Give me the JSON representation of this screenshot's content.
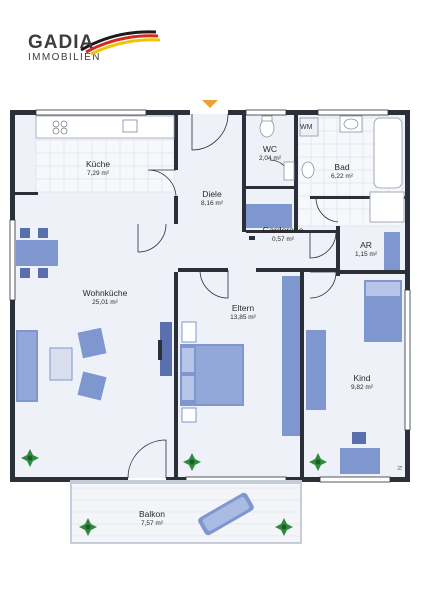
{
  "brand": {
    "name": "GADIA",
    "subtitle": "IMMOBILIEN",
    "flag_colors": [
      "#1a1a1a",
      "#d42b1e",
      "#f2c400"
    ]
  },
  "rooms": [
    {
      "key": "kueche",
      "name": "Küche",
      "area": "7,29 m²"
    },
    {
      "key": "wc",
      "name": "WC",
      "area": "2,04 m²"
    },
    {
      "key": "bad",
      "name": "Bad",
      "area": "6,22 m²"
    },
    {
      "key": "diele",
      "name": "Diele",
      "area": "8,16 m²"
    },
    {
      "key": "garderobe",
      "name": "Garderobe",
      "area": "0,57 m²"
    },
    {
      "key": "ar",
      "name": "AR",
      "area": "1,15 m²"
    },
    {
      "key": "wohnkueche",
      "name": "Wohnküche",
      "area": "25,01 m²"
    },
    {
      "key": "eltern",
      "name": "Eltern",
      "area": "13,85 m²"
    },
    {
      "key": "kind",
      "name": "Kind",
      "area": "9,82 m²"
    },
    {
      "key": "balkon",
      "name": "Balkon",
      "area": "7,57 m²"
    }
  ],
  "fixtures": {
    "wm_label": "WM"
  },
  "colors": {
    "wall": "#2b2f3a",
    "floor": "#eef1f7",
    "furniture": "#7f97cf",
    "furniture_dark": "#5a6fae",
    "entrance_marker": "#f0a030",
    "plant": "#2e8b3e"
  },
  "side_mark": "N"
}
